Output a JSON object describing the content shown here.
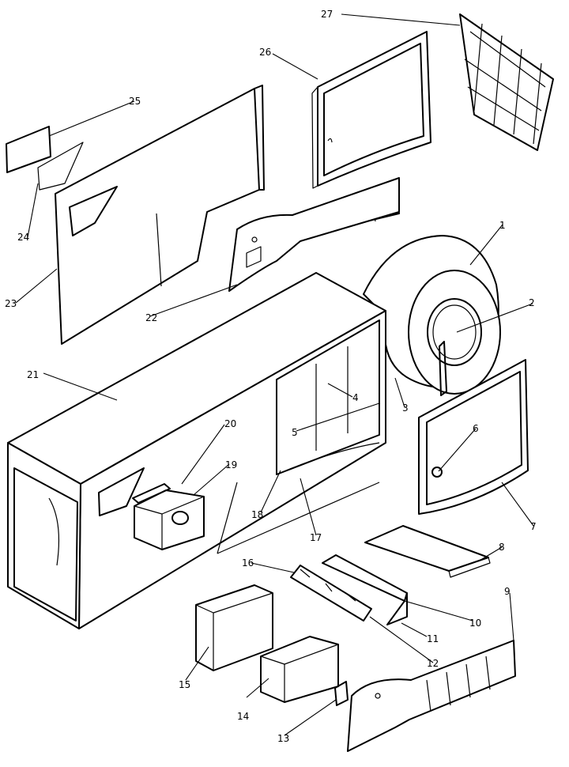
{
  "colors": {
    "ink": "#000000",
    "paper": "#ffffff"
  },
  "callouts": [
    "1",
    "2",
    "3",
    "4",
    "5",
    "6",
    "7",
    "8",
    "9",
    "10",
    "11",
    "12",
    "13",
    "14",
    "15",
    "16",
    "17",
    "18",
    "19",
    "20",
    "21",
    "22",
    "23",
    "24",
    "25",
    "26",
    "27"
  ]
}
